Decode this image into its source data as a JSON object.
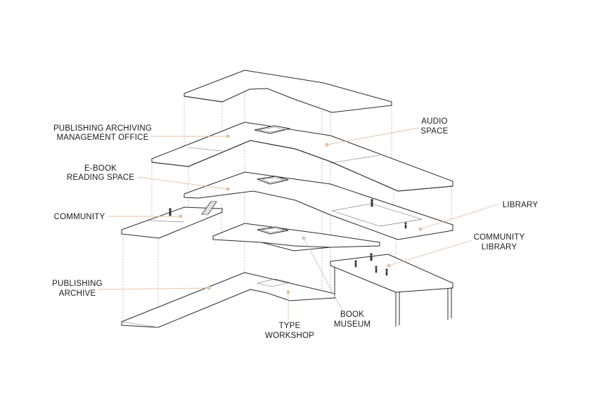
{
  "colors": {
    "leader": "#e6c2a3",
    "line": "#2a2a2a"
  },
  "labels": {
    "publishing_archiving_office": [
      "PUBLISHING ARCHIVING",
      "MANAGEMENT OFFICE"
    ],
    "ebook_reading_space": [
      "E-BOOK",
      "READING SPACE"
    ],
    "community": [
      "COMMUNITY"
    ],
    "publishing_archive": [
      "PUBLISHING",
      "ARCHIVE"
    ],
    "type_workshop": [
      "TYPE",
      "WORKSHOP"
    ],
    "book_museum": [
      "BOOK",
      "MUSEUM"
    ],
    "audio_space": [
      "AUDIO",
      "SPACE"
    ],
    "library": [
      "LIBRARY"
    ],
    "community_library": [
      "COMMUNITY",
      "LIBRARY"
    ]
  }
}
